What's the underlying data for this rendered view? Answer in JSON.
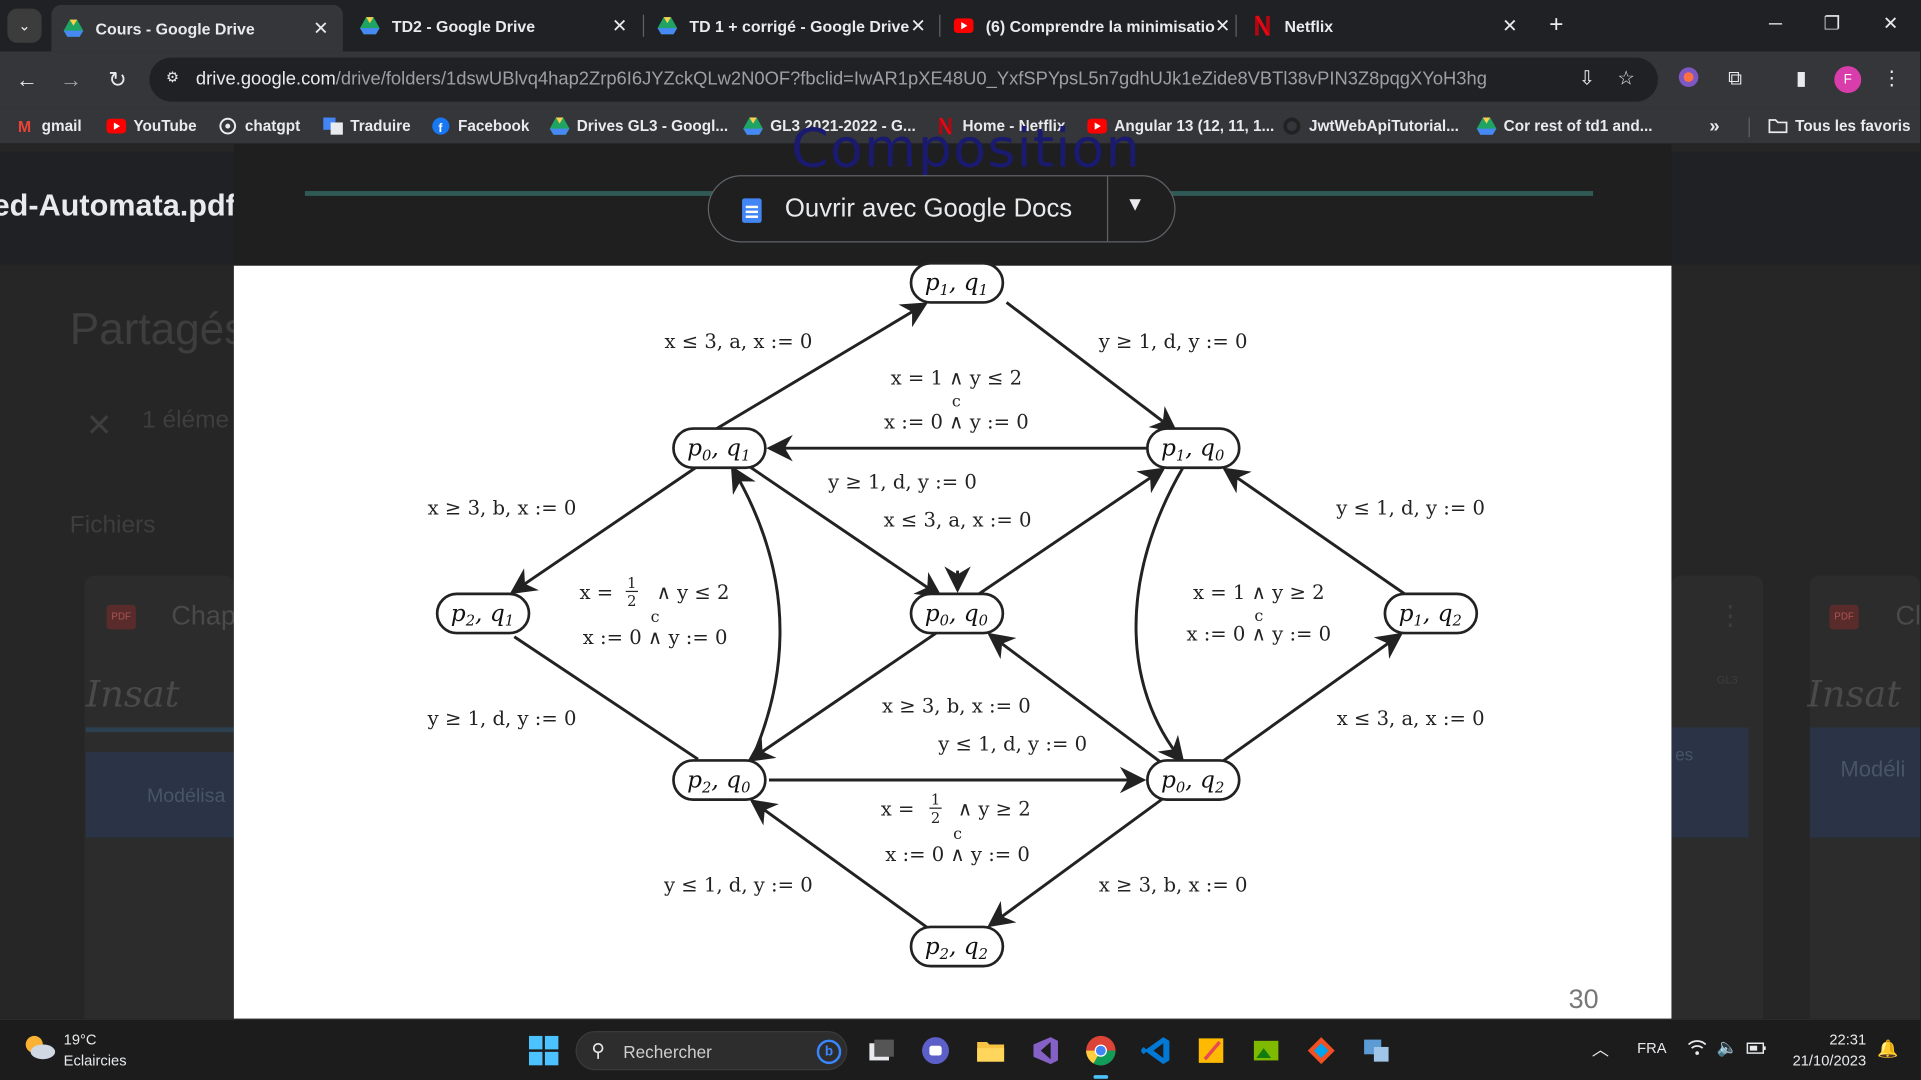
{
  "browser": {
    "tabs": [
      {
        "label": "Cours - Google Drive",
        "icon": "google-drive-icon",
        "active": true
      },
      {
        "label": "TD2 - Google Drive",
        "icon": "google-drive-icon",
        "active": false
      },
      {
        "label": "TD 1 + corrigé - Google Drive",
        "icon": "google-drive-icon",
        "active": false
      },
      {
        "label": "(6) Comprendre la minimisatio",
        "icon": "youtube-icon",
        "active": false
      },
      {
        "label": "Netflix",
        "icon": "netflix-icon",
        "active": false
      }
    ],
    "url_host": "drive.google.com",
    "url_path": "/drive/folders/1dswUBlvq4hap2Zrp6I6JYZckQLw2N0OF?fbclid=IwAR1pXE48U0_YxfSPYpsL5n7gdhUJk1eZide8VBTl38vPIN3Z8pqgXYoH3hg",
    "profile_initial": "F",
    "bookmarks": [
      "gmail",
      "YouTube",
      "chatgpt",
      "Traduire",
      "Facebook",
      "Drives GL3 - Googl...",
      "GL3 2021-2022 - G...",
      "Home - Netflix",
      "Angular 13 (12, 11, 1...",
      "JwtWebApiTutorial...",
      "Cor rest of td1 and..."
    ],
    "bookmarks_more": "»",
    "all_bookmarks": "Tous les favoris"
  },
  "drive": {
    "background_title": "Partagés",
    "selection_count": "1 éléme",
    "files_heading": "Fichiers",
    "file_card_title": "Chap",
    "file_card_title_right": "Cl",
    "card_brand": "Insat",
    "card_brand_right": "Insat",
    "card_caption": "Modélisa",
    "card_caption_right": "Modéli",
    "card_badge": "GL3",
    "card_side_text": "es"
  },
  "viewer": {
    "file_name": "ed-Automata.pdf",
    "open_with_label": "Ouvrir avec Google Docs",
    "slide_title": "Composition",
    "page_number": "30"
  },
  "diagram": {
    "nodes": {
      "p1q1": {
        "a": "p",
        "ai": "1",
        "b": "q",
        "bi": "1"
      },
      "p0q1": {
        "a": "p",
        "ai": "0",
        "b": "q",
        "bi": "1"
      },
      "p1q0": {
        "a": "p",
        "ai": "1",
        "b": "q",
        "bi": "0"
      },
      "p2q1": {
        "a": "p",
        "ai": "2",
        "b": "q",
        "bi": "1"
      },
      "p0q0": {
        "a": "p",
        "ai": "0",
        "b": "q",
        "bi": "0"
      },
      "p1q2": {
        "a": "p",
        "ai": "1",
        "b": "q",
        "bi": "2"
      },
      "p2q0": {
        "a": "p",
        "ai": "2",
        "b": "q",
        "bi": "0"
      },
      "p0q2": {
        "a": "p",
        "ai": "0",
        "b": "q",
        "bi": "2"
      },
      "p2q2": {
        "a": "p",
        "ai": "2",
        "b": "q",
        "bi": "2"
      }
    },
    "labels": {
      "l1": "x ≤ 3, a, x := 0",
      "l2": "y ≥ 1, d, y := 0",
      "l3a": "x = 1 ∧ y ≤ 2",
      "l3b": "c",
      "l3c": "x := 0 ∧ y := 0",
      "l4": "y ≥ 1, d, y := 0",
      "l5": "x ≤ 3, a, x := 0",
      "l6": "x ≥ 3, b, x := 0",
      "l7": "y ≤ 1, d, y := 0",
      "l8a_pre": "x =",
      "l8a_num": "1",
      "l8a_den": "2",
      "l8a_post": "∧ y ≤ 2",
      "l8b": "c",
      "l8c": "x := 0 ∧ y := 0",
      "l9a": "x = 1 ∧ y ≥ 2",
      "l9b": "c",
      "l9c": "x := 0 ∧ y := 0",
      "l10": "y ≥ 1, d, y := 0",
      "l11": "x ≥ 3, b, x := 0",
      "l12": "y ≤ 1, d, y := 0",
      "l13": "x ≤ 3, a, x := 0",
      "l14a_pre": "x =",
      "l14a_num": "1",
      "l14a_den": "2",
      "l14a_post": "∧ y ≥ 2",
      "l14b": "c",
      "l14c": "x := 0 ∧ y := 0",
      "l15": "y ≤ 1, d, y := 0",
      "l16": "x ≥ 3, b, x := 0"
    }
  },
  "taskbar": {
    "temperature": "19°C",
    "weather": "Eclaircies",
    "search_placeholder": "Rechercher",
    "language": "FRA",
    "time": "22:31",
    "date": "21/10/2023"
  }
}
